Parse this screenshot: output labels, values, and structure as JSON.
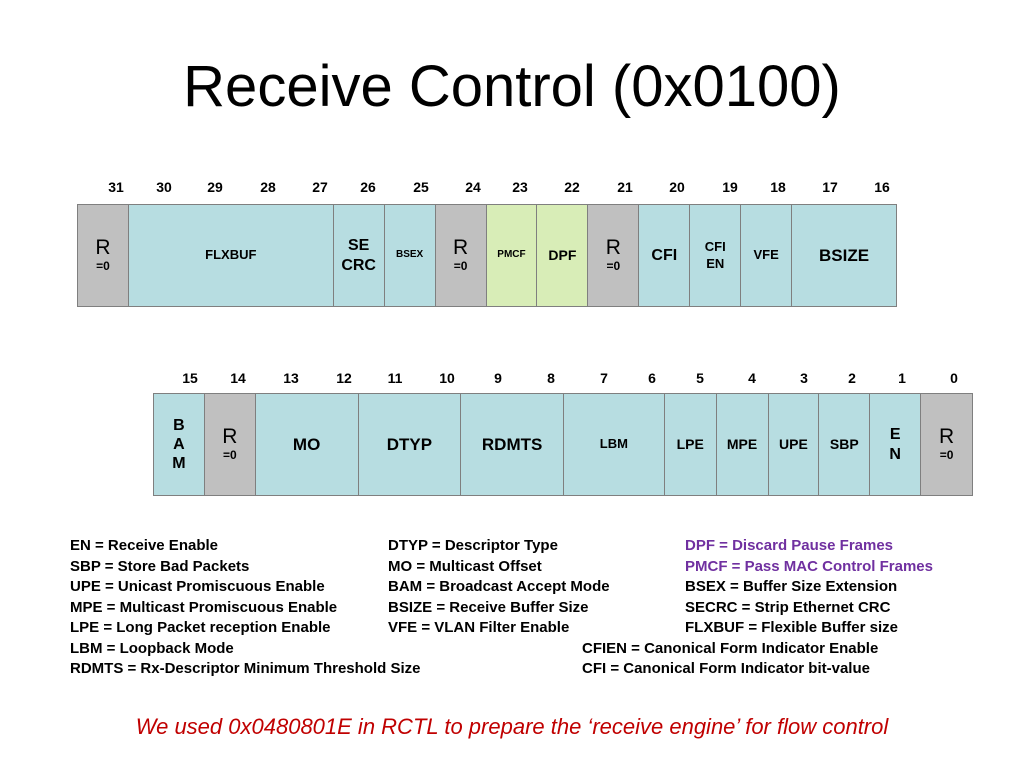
{
  "title": "Receive Control (0x0100)",
  "upper_bit_numbers": [
    "31",
    "30",
    "29",
    "28",
    "27",
    "26",
    "25",
    "24",
    "23",
    "22",
    "21",
    "20",
    "19",
    "18",
    "17",
    "16"
  ],
  "lower_bit_numbers": [
    "15",
    "14",
    "13",
    "12",
    "11",
    "10",
    "9",
    "8",
    "7",
    "6",
    "5",
    "4",
    "3",
    "2",
    "1",
    "0"
  ],
  "upper_fields": [
    {
      "lines": [
        "R",
        "=0"
      ],
      "type": "reserved"
    },
    {
      "lines": [
        "FLXBUF"
      ],
      "type": "normal"
    },
    {
      "lines": [
        "SE",
        "CRC"
      ],
      "type": "normal"
    },
    {
      "lines": [
        "BSEX"
      ],
      "type": "normal"
    },
    {
      "lines": [
        "R",
        "=0"
      ],
      "type": "reserved"
    },
    {
      "lines": [
        "PMCF"
      ],
      "type": "green"
    },
    {
      "lines": [
        "DPF"
      ],
      "type": "green"
    },
    {
      "lines": [
        "R",
        "=0"
      ],
      "type": "reserved"
    },
    {
      "lines": [
        "CFI"
      ],
      "type": "normal"
    },
    {
      "lines": [
        "CFI",
        "EN"
      ],
      "type": "normal"
    },
    {
      "lines": [
        "VFE"
      ],
      "type": "normal"
    },
    {
      "lines": [
        "BSIZE"
      ],
      "type": "normal"
    }
  ],
  "lower_fields": [
    {
      "lines": [
        "B",
        "A",
        "M"
      ],
      "type": "normal"
    },
    {
      "lines": [
        "R",
        "=0"
      ],
      "type": "reserved"
    },
    {
      "lines": [
        "MO"
      ],
      "type": "normal"
    },
    {
      "lines": [
        "DTYP"
      ],
      "type": "normal"
    },
    {
      "lines": [
        "RDMTS"
      ],
      "type": "normal"
    },
    {
      "lines": [
        "LBM"
      ],
      "type": "normal"
    },
    {
      "lines": [
        "LPE"
      ],
      "type": "normal"
    },
    {
      "lines": [
        "MPE"
      ],
      "type": "normal"
    },
    {
      "lines": [
        "UPE"
      ],
      "type": "normal"
    },
    {
      "lines": [
        "SBP"
      ],
      "type": "normal"
    },
    {
      "lines": [
        "E",
        "N"
      ],
      "type": "normal"
    },
    {
      "lines": [
        "R",
        "=0"
      ],
      "type": "reserved"
    }
  ],
  "legend": {
    "col1": [
      "EN = Receive Enable",
      "SBP = Store Bad Packets",
      "UPE = Unicast Promiscuous Enable",
      "MPE = Multicast Promiscuous Enable",
      "LPE = Long Packet reception Enable",
      "LBM = Loopback Mode",
      "RDMTS = Rx-Descriptor Minimum Threshold Size"
    ],
    "col2": [
      "DTYP = Descriptor Type",
      "MO = Multicast Offset",
      "BAM = Broadcast Accept Mode",
      "BSIZE = Receive Buffer Size",
      "VFE = VLAN Filter Enable"
    ],
    "col3": [
      "DPF = Discard Pause Frames",
      "PMCF = Pass MAC Control Frames",
      "BSEX = Buffer Size Extension",
      "SECRC = Strip Ethernet CRC",
      "FLXBUF = Flexible Buffer size"
    ],
    "col4": [
      "CFIEN = Canonical Form Indicator Enable",
      "CFI = Canonical Form Indicator bit-value"
    ]
  },
  "footer": "We used 0x0480801E in RCTL to prepare the ‘receive engine’ for flow control",
  "colors": {
    "field_fill": "#b7dde1",
    "reserved_fill": "#c0c0c0",
    "highlight_fill": "#d8edb7",
    "legend_highlight": "#7030a0",
    "footer_text": "#c00000"
  }
}
